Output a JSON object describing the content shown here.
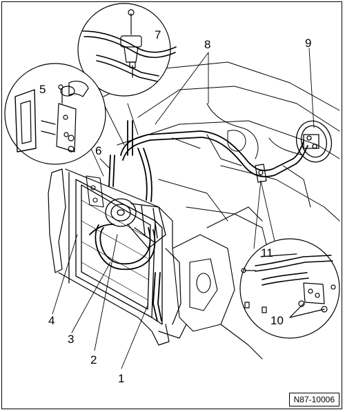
{
  "figure": {
    "code": "N87-10006",
    "callouts": {
      "c1": "1",
      "c2": "2",
      "c3": "3",
      "c4": "4",
      "c5": "5",
      "c6": "6",
      "c7": "7",
      "c8": "8",
      "c9": "9",
      "c10": "10",
      "c11": "11"
    }
  }
}
